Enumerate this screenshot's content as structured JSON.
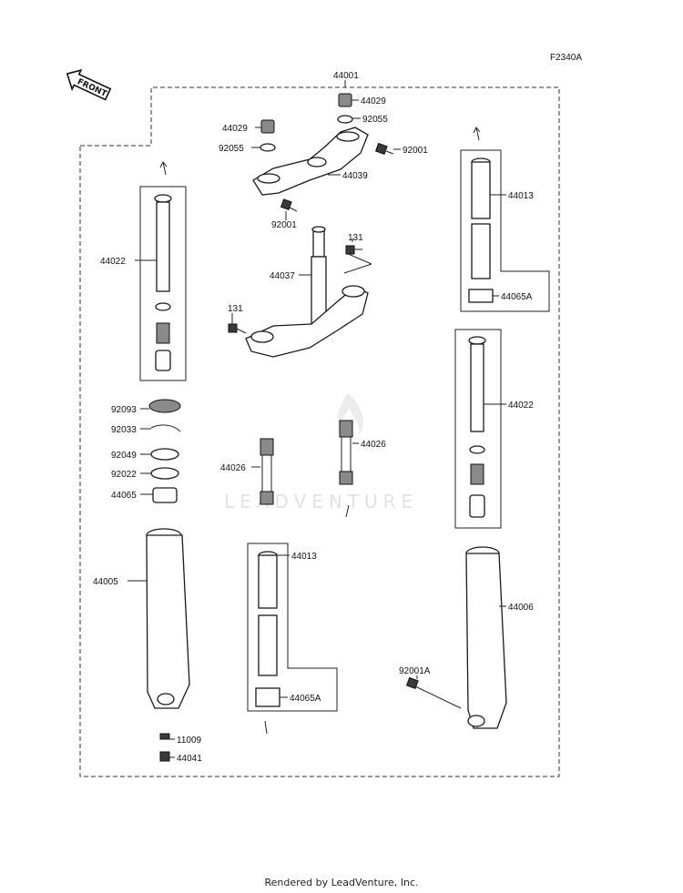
{
  "diagram": {
    "figure_code": "F2340A",
    "front_tag": "FRONT",
    "watermark": "LEADVENTURE",
    "footer": "Rendered by LeadVenture, Inc.",
    "callouts": {
      "c44001": "44001",
      "c44029a": "44029",
      "c92055a": "92055",
      "c44029b": "44029",
      "c92055b": "92055",
      "c92001a": "92001",
      "c44039": "44039",
      "c92001b": "92001",
      "c44013a": "44013",
      "c131a": "131",
      "c44022a": "44022",
      "c44037": "44037",
      "c44065Aa": "44065A",
      "c131b": "131",
      "c44022b": "44022",
      "c92093": "92093",
      "c92033": "92033",
      "c44026a": "44026",
      "c92049": "92049",
      "c44026b": "44026",
      "c92022": "92022",
      "c44065": "44065",
      "c44005": "44005",
      "c44013b": "44013",
      "c44006": "44006",
      "c92001A": "92001A",
      "c44065Ab": "44065A",
      "c11009": "11009",
      "c44041": "44041"
    }
  }
}
